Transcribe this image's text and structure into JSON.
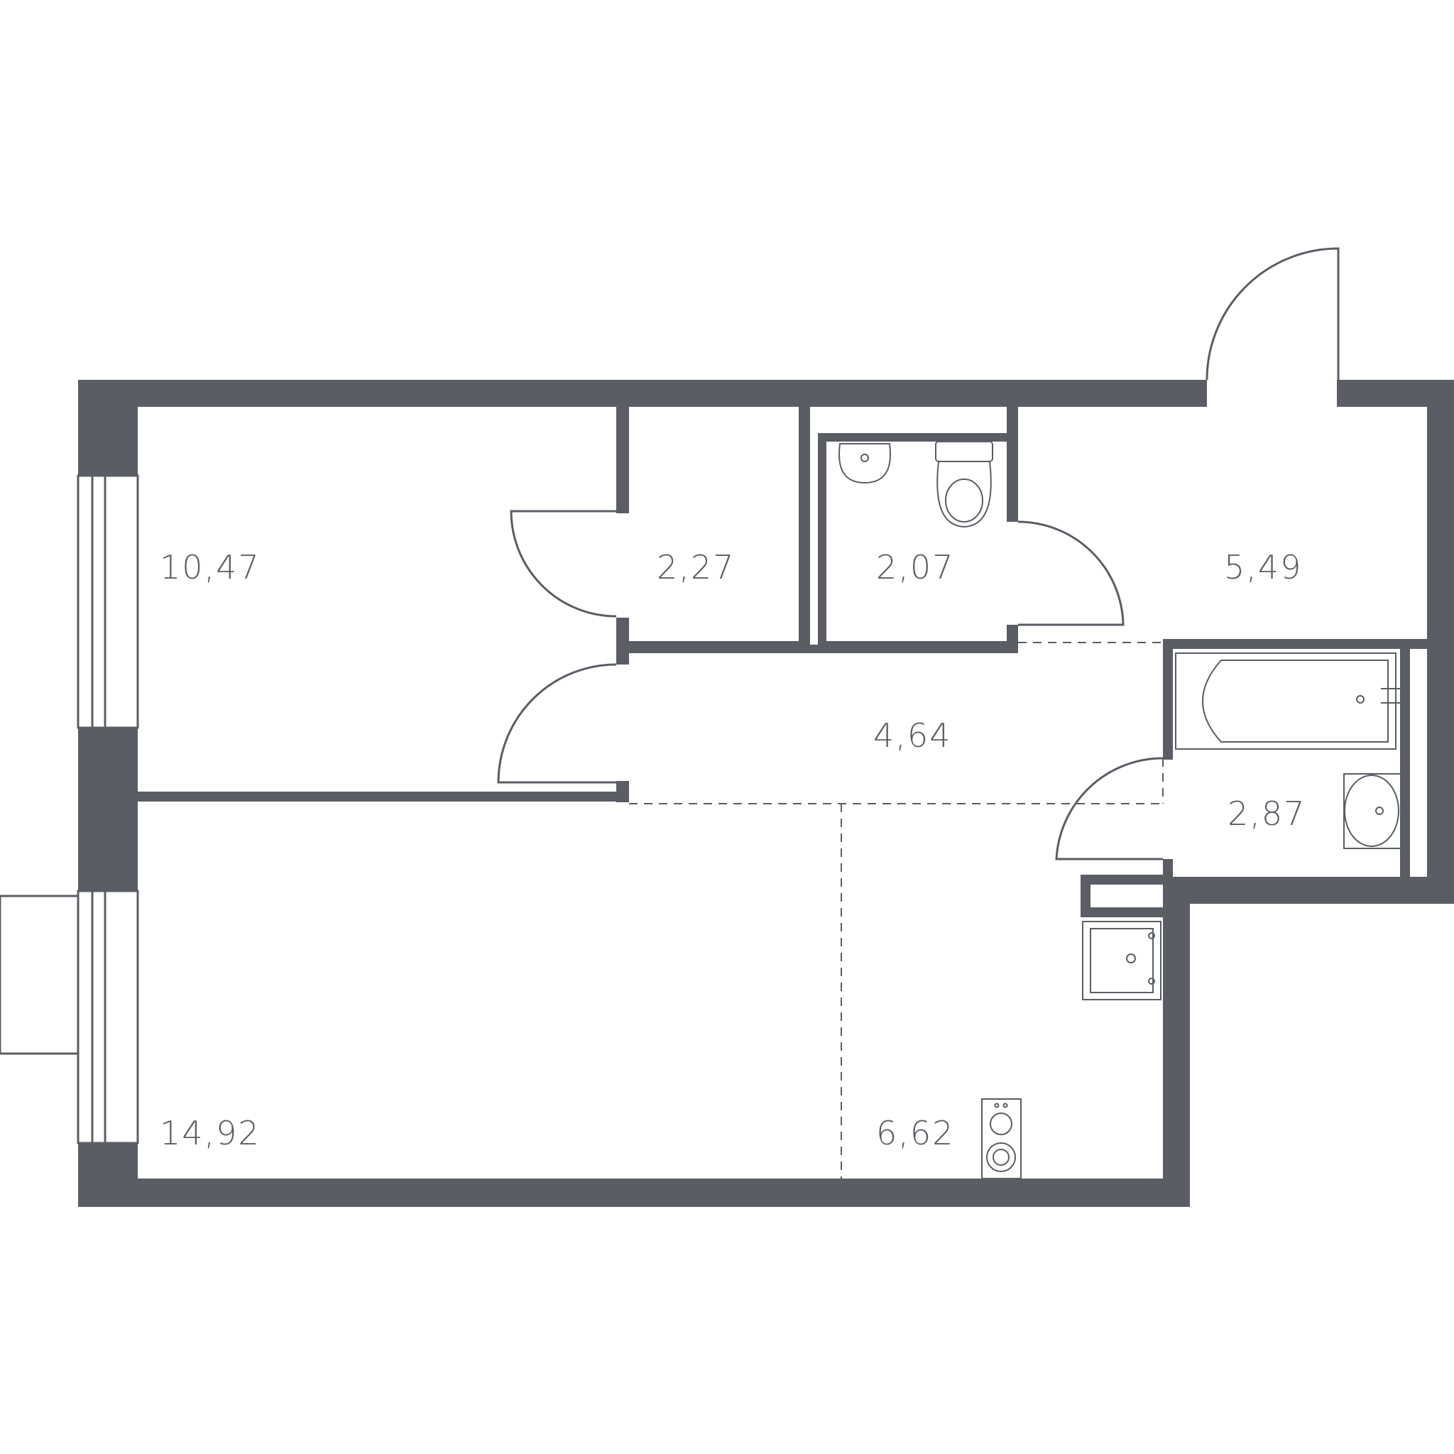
{
  "colors": {
    "wall": "#5a5d64",
    "line": "#5a5d64",
    "background": "#ffffff"
  },
  "rooms": [
    {
      "id": "bedroom",
      "area": "10,47"
    },
    {
      "id": "storage",
      "area": "2,27"
    },
    {
      "id": "toilet",
      "area": "2,07"
    },
    {
      "id": "hallway",
      "area": "5,49"
    },
    {
      "id": "corridor",
      "area": "4,64"
    },
    {
      "id": "bathroom",
      "area": "2,87"
    },
    {
      "id": "living-room",
      "area": "14,92"
    },
    {
      "id": "kitchen",
      "area": "6,62"
    }
  ],
  "fixtures": [
    "toilet-icon",
    "sink-icon",
    "bathtub-icon",
    "kitchen-sink-icon",
    "stove-icon",
    "door-swing-icon",
    "window-icon",
    "balcony-icon"
  ]
}
